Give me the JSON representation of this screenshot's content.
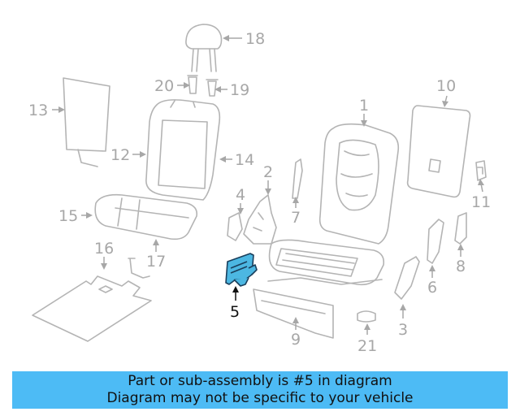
{
  "diagram": {
    "callouts": [
      "1",
      "2",
      "3",
      "4",
      "5",
      "6",
      "7",
      "8",
      "9",
      "10",
      "11",
      "12",
      "13",
      "14",
      "15",
      "16",
      "17",
      "18",
      "19",
      "20",
      "21"
    ],
    "highlighted_callout": "5",
    "colors": {
      "highlight": "#4cb7e2",
      "outline": "#b4b4b4",
      "label": "#a7a7a7",
      "banner": "#4dbbf5"
    }
  },
  "banner": {
    "line1": "Part or sub-assembly is #5 in diagram",
    "line2": "Diagram may not be specific to your vehicle"
  }
}
